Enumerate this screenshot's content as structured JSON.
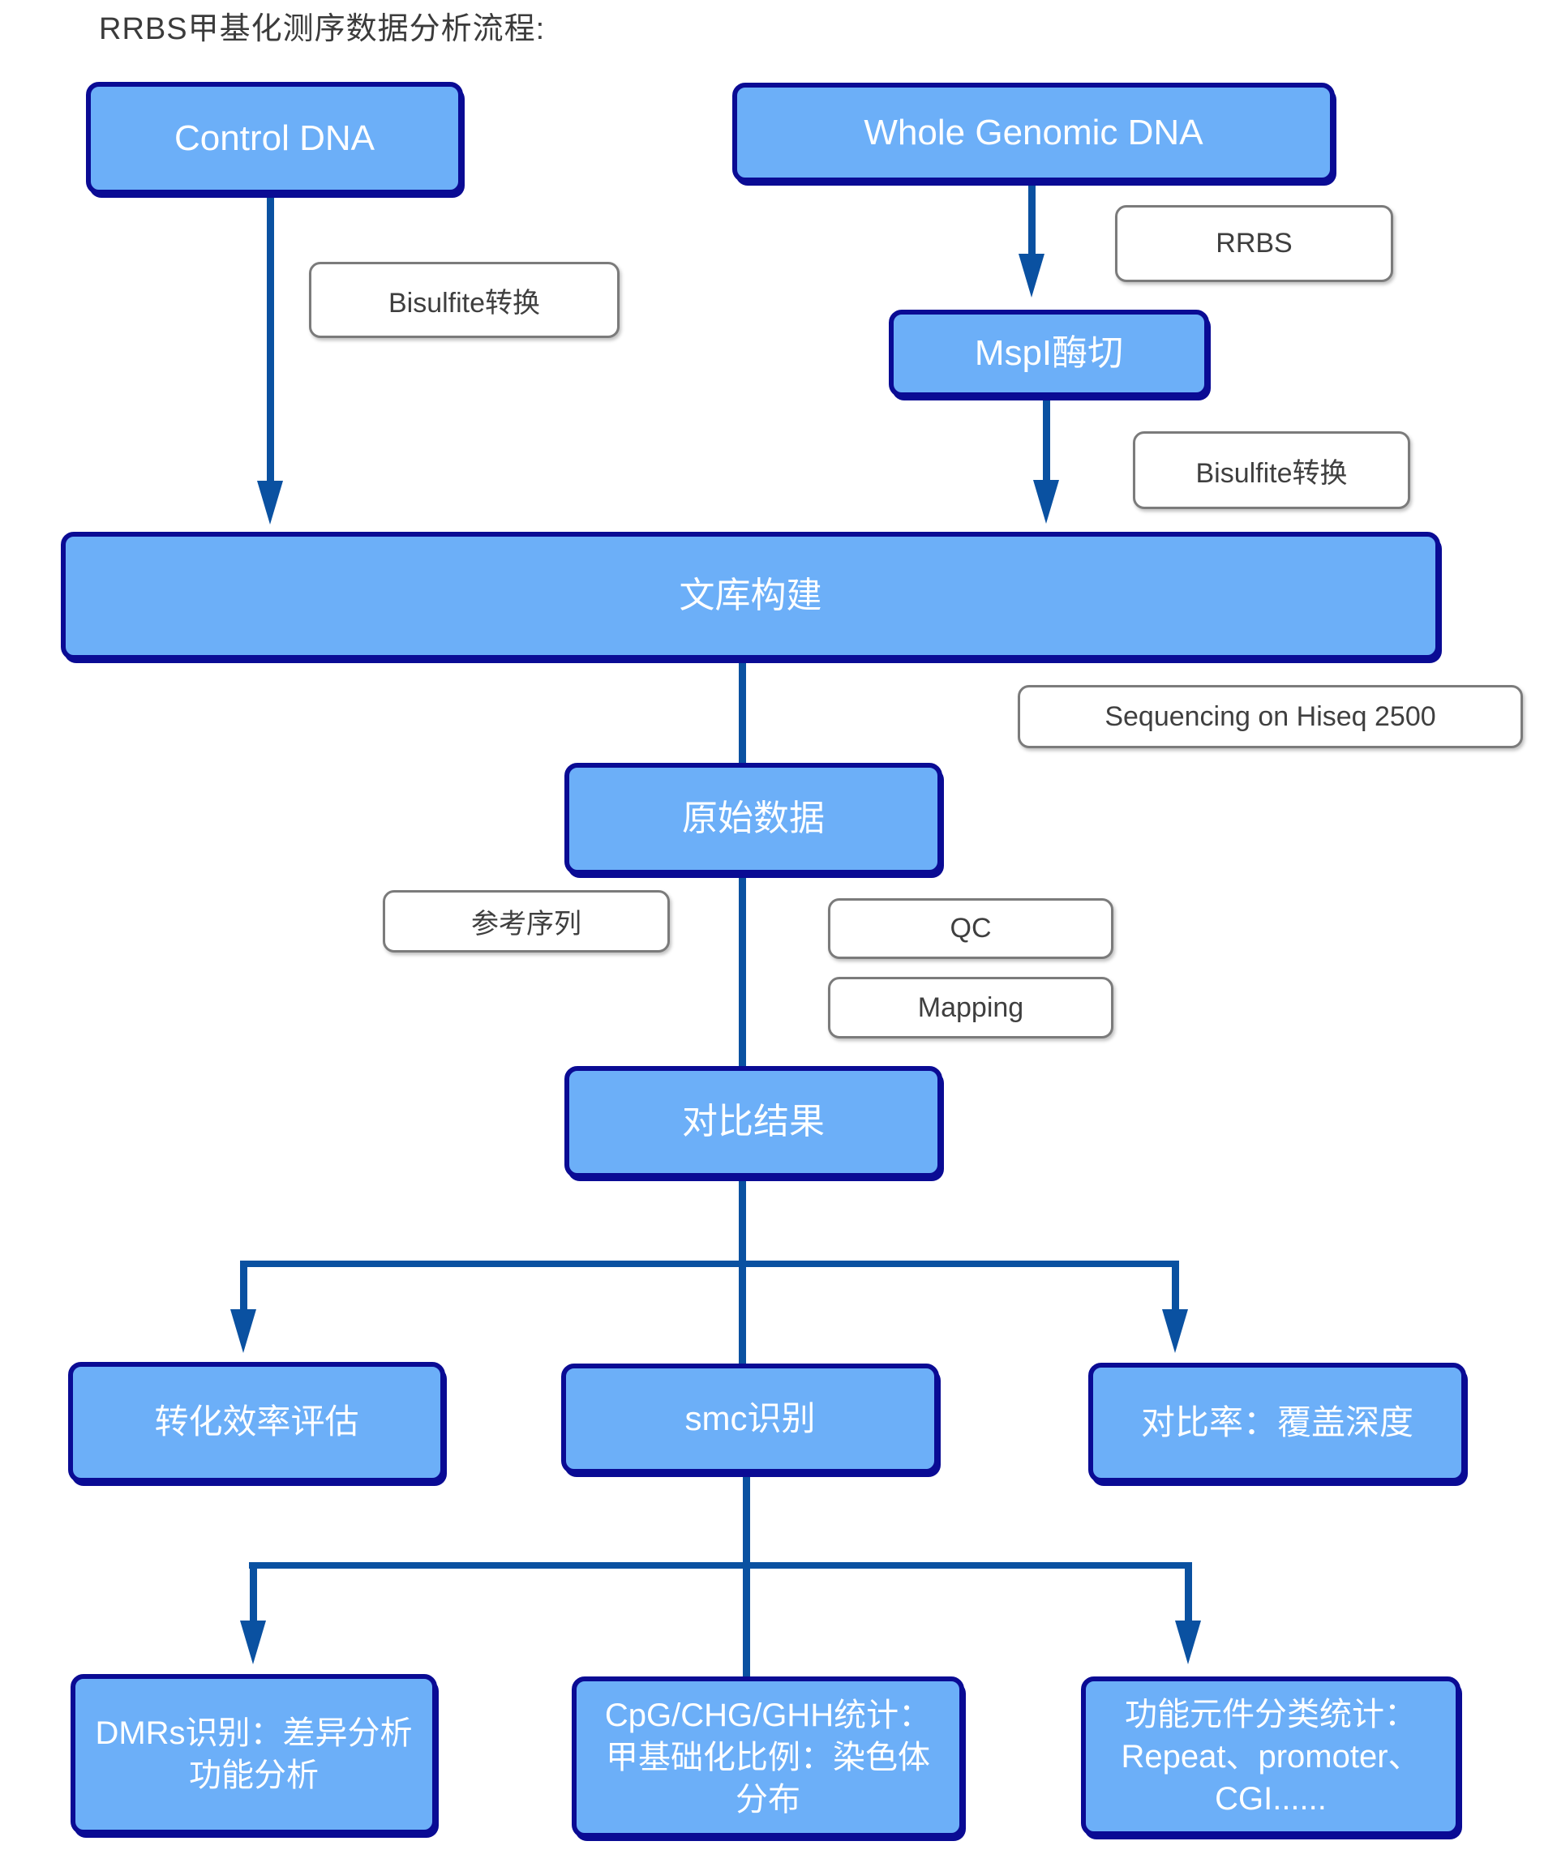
{
  "title": "RRBS甲基化测序数据分析流程:",
  "nodes": {
    "control_dna": "Control DNA",
    "whole_genomic_dna": "Whole Genomic DNA",
    "mspi_digestion": "MspI酶切",
    "library_construction": "文库构建",
    "raw_data": "原始数据",
    "alignment_result": "对比结果",
    "conversion_efficiency": "转化效率评估",
    "smc_identification": "smc识别",
    "alignment_rate": "对比率：覆盖深度",
    "dmrs": "DMRs识别：差异分析\n功能分析",
    "cpg_stats": "CpG/CHG/GHH统计：\n甲基础化比例：染色体\n分布",
    "functional_elements": "功能元件分类统计：\nRepeat、promoter、\nCGI......"
  },
  "labels": {
    "bisulfite_left": "Bisulfite转换",
    "rrbs": "RRBS",
    "bisulfite_right": "Bisulfite转换",
    "sequencing": "Sequencing on Hiseq 2500",
    "reference_seq": "参考序列",
    "qc": "QC",
    "mapping": "Mapping"
  },
  "colors": {
    "background": "#FFFFFF",
    "node-fill": "#6CAFF8",
    "node-border": "#0A0B94",
    "node-text": "#FFFFFF",
    "label-border": "#7B7B7B",
    "label-text": "#3F3F3F",
    "connector": "#0A51A1",
    "title-text": "#3B3B3B"
  }
}
